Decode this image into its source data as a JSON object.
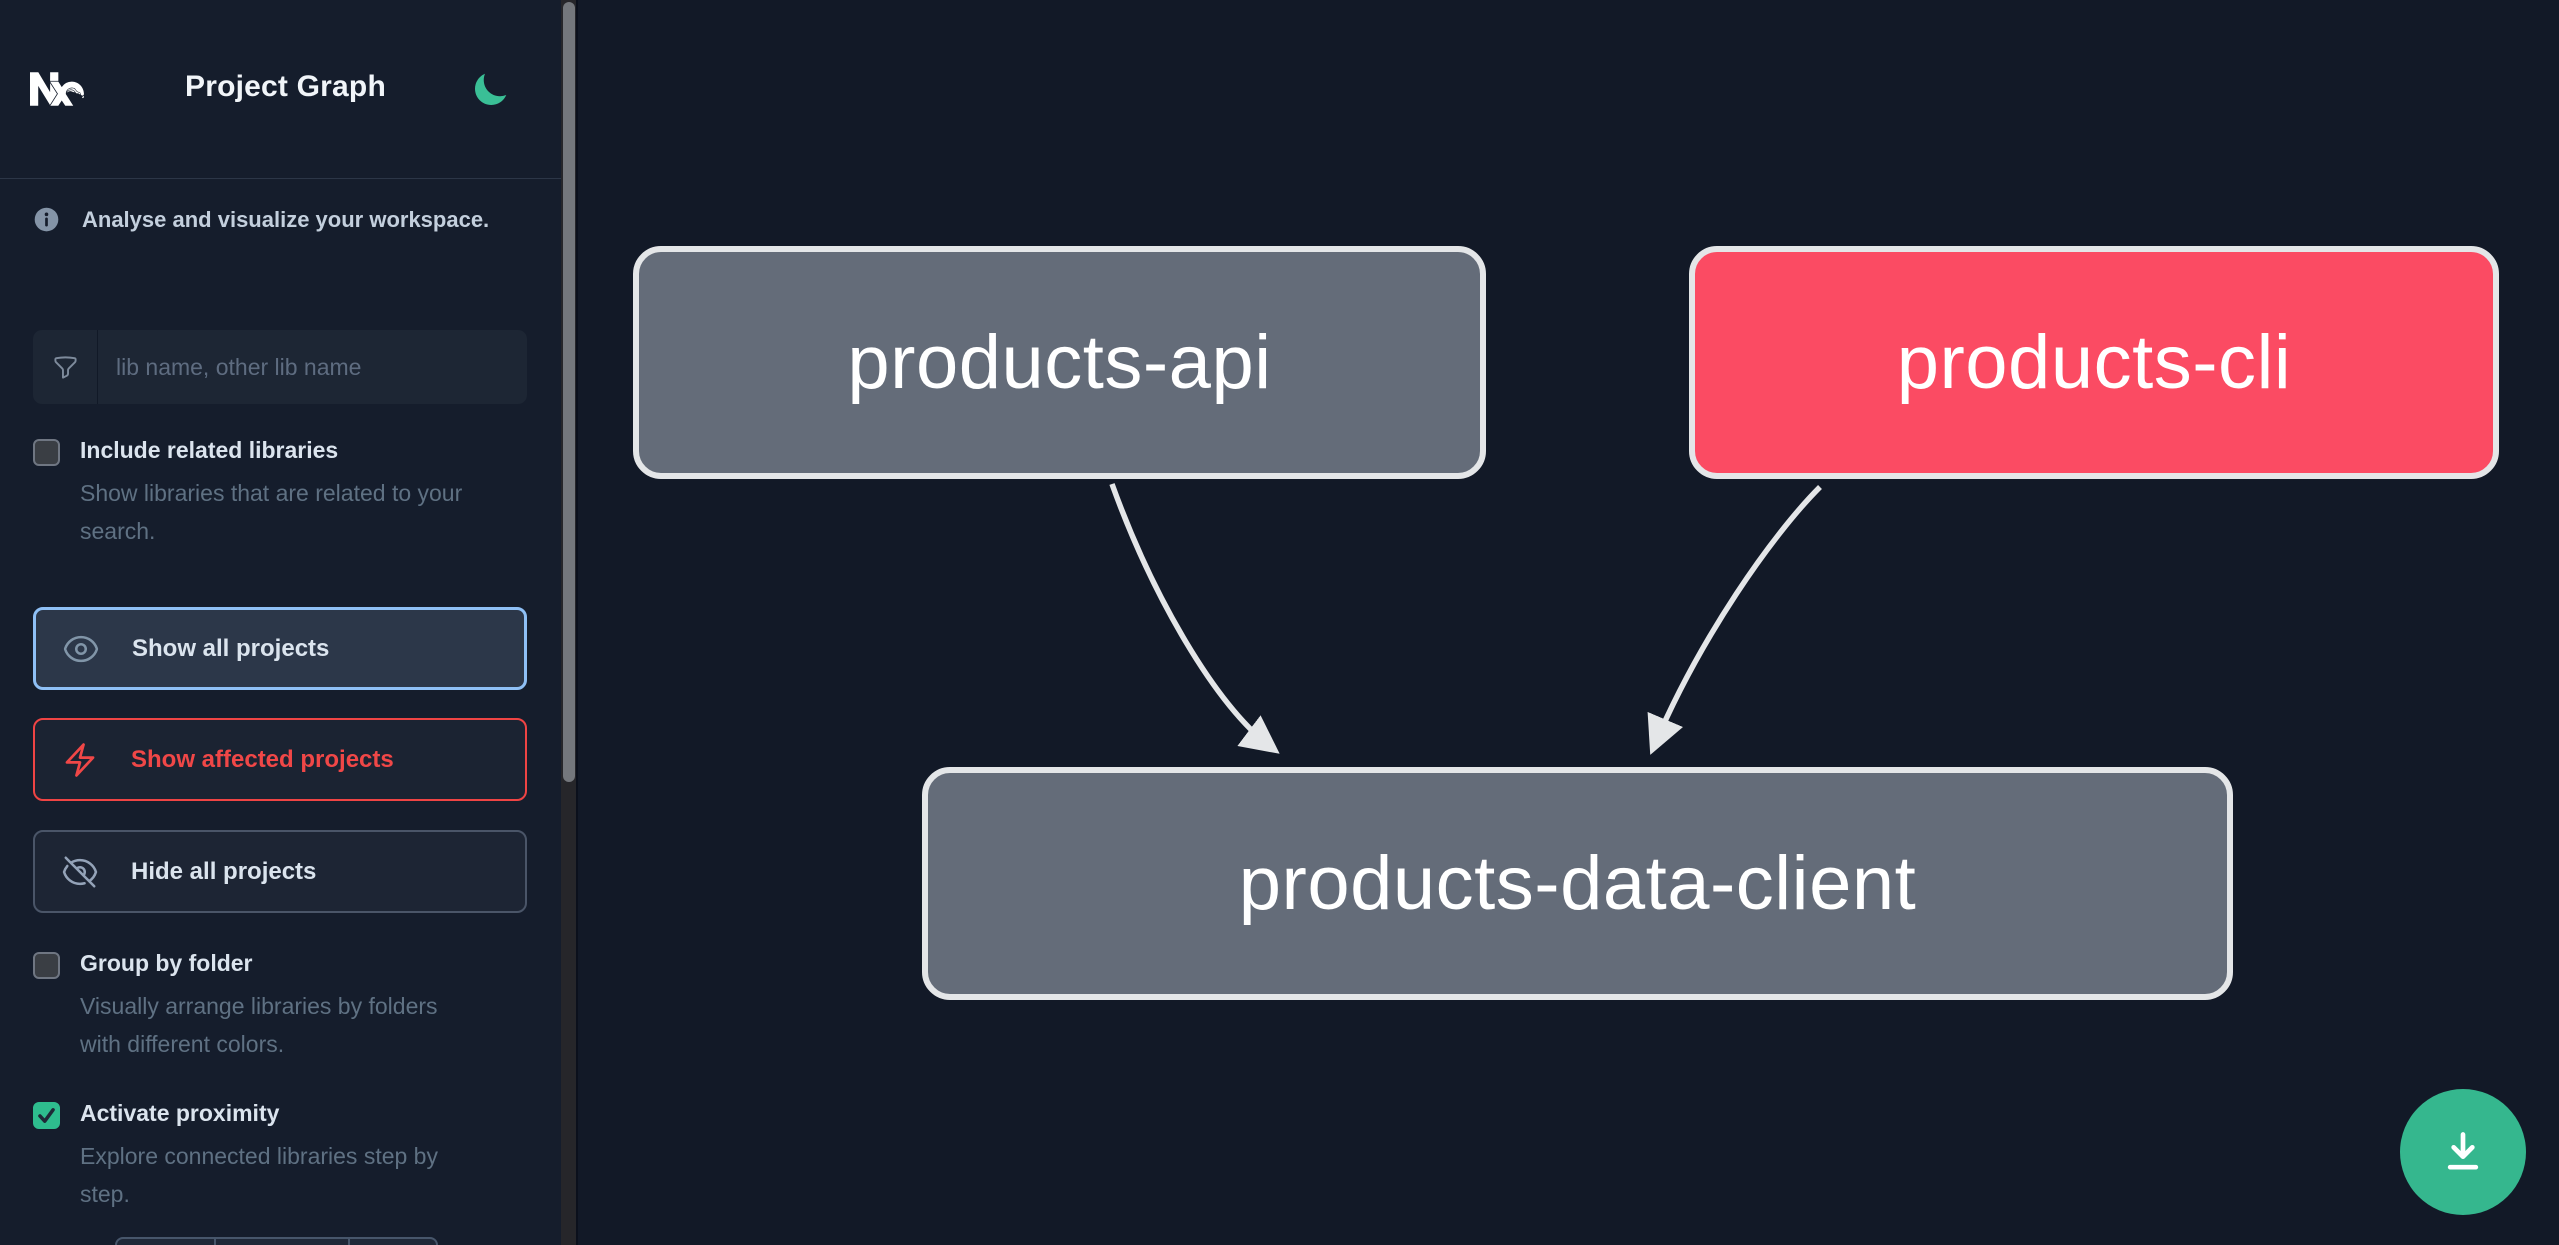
{
  "app": {
    "title": "Project Graph"
  },
  "sidebar": {
    "tagline": "Analyse and visualize your workspace.",
    "search_placeholder": "lib name, other lib name",
    "include_related": {
      "label": "Include related libraries",
      "description": "Show libraries that are related to your search.",
      "checked": false
    },
    "actions": {
      "show_all": "Show all projects",
      "show_affected": "Show affected projects",
      "hide_all": "Hide all projects"
    },
    "group_by_folder": {
      "label": "Group by folder",
      "description": "Visually arrange libraries by folders with different colors.",
      "checked": false
    },
    "activate_proximity": {
      "label": "Activate proximity",
      "description": "Explore connected libraries step by step.",
      "checked": true
    }
  },
  "graph": {
    "nodes": [
      {
        "id": "products-api",
        "label": "products-api",
        "state": "default"
      },
      {
        "id": "products-cli",
        "label": "products-cli",
        "state": "highlighted"
      },
      {
        "id": "products-data-client",
        "label": "products-data-client",
        "state": "default"
      }
    ],
    "edges": [
      {
        "from": "products-api",
        "to": "products-data-client"
      },
      {
        "from": "products-cli",
        "to": "products-data-client"
      }
    ]
  },
  "colors": {
    "node_default": "#646c79",
    "node_highlighted": "#fb4b63",
    "accent_green": "#35b78e",
    "affected_red": "#ef4444",
    "selected_border_blue": "#8fc0f6"
  }
}
